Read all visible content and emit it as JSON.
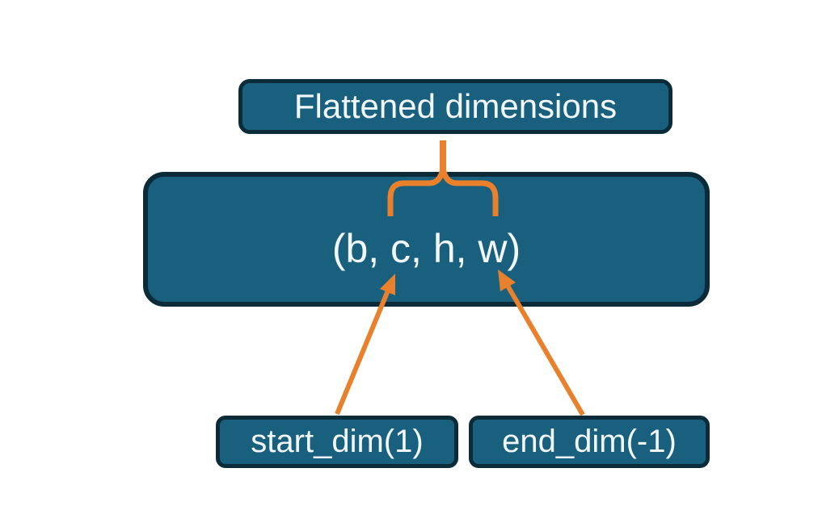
{
  "diagram": {
    "title_box": {
      "label": "Flattened dimensions"
    },
    "tensor_box": {
      "label": "(b, c, h, w)"
    },
    "start_box": {
      "label": "start_dim(1)"
    },
    "end_box": {
      "label": "end_dim(-1)"
    }
  },
  "theme": {
    "page_bg": "#ffffff",
    "box_fill": "#19607f",
    "box_border": "#0b2b38",
    "text_color": "#f2f7f9",
    "accent_orange": "#e8802c"
  }
}
